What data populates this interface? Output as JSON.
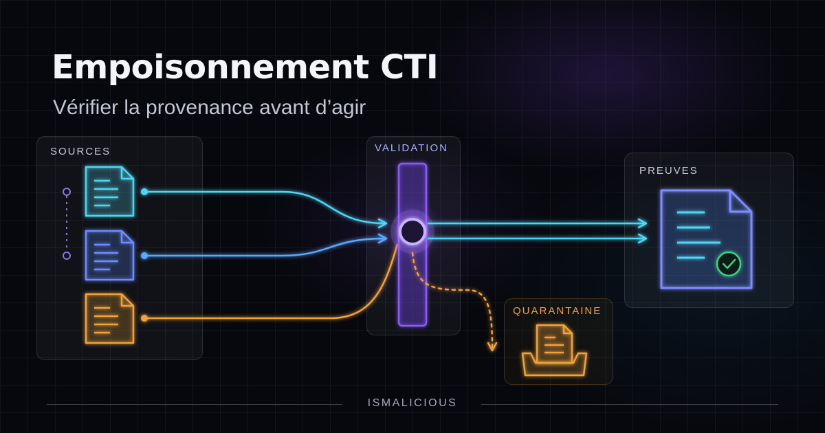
{
  "header": {
    "title": "Empoisonnement CTI",
    "subtitle": "Vérifier la provenance avant d’agir"
  },
  "panels": {
    "sources": "SOURCES",
    "validation": "VALIDATION",
    "preuves": "PREUVES",
    "quarantine": "QUARANTAINE"
  },
  "footer": {
    "brand": "ISMALICIOUS"
  },
  "colors": {
    "cyan": "#4fd6f2",
    "blue": "#5aa8ff",
    "purple": "#9a6cff",
    "orange": "#f0a23a",
    "green": "#3bd38a",
    "doc_blue": "#6d8cff"
  },
  "icons": {
    "document": "document-icon",
    "checkmark": "check-circle-icon",
    "tray": "inbox-tray-icon",
    "arrow": "arrow-head-icon"
  }
}
